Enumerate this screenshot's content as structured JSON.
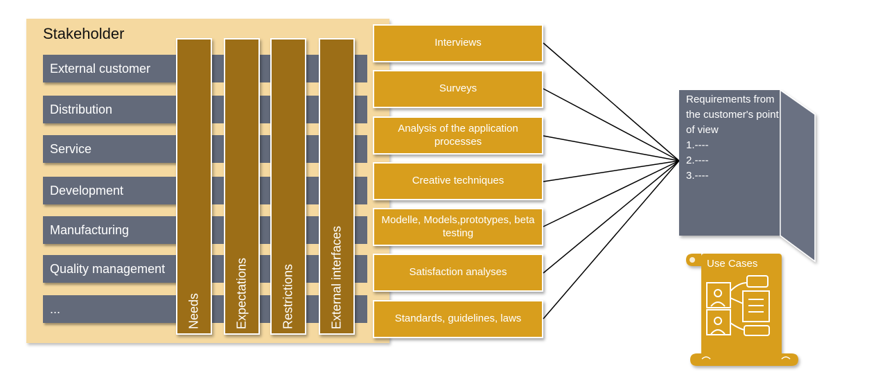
{
  "stakeholder": {
    "title": "Stakeholder",
    "rows": [
      "External customer",
      "Distribution",
      "Service",
      "Development",
      "Manufacturing",
      "Quality management",
      "..."
    ]
  },
  "columns": [
    "Needs",
    "Expectations",
    "Restrictions",
    "External interfaces"
  ],
  "methods": [
    "Interviews",
    "Surveys",
    "Analysis of the application processes",
    "Creative techniques",
    "Modelle, Models,prototypes, beta testing",
    "Satisfaction analyses",
    "Standards, guidelines, laws"
  ],
  "requirements": {
    "title": "Requirements from the customer's point of view",
    "items": [
      "1.----",
      "2.----",
      "3.----"
    ]
  },
  "use_cases": {
    "title": "Use Cases"
  },
  "colors": {
    "panel": "#f5d9a0",
    "row": "#636a7a",
    "column": "#9c6e17",
    "method": "#d89e1d",
    "document": "#636a7a",
    "scroll": "#d89e1d"
  }
}
